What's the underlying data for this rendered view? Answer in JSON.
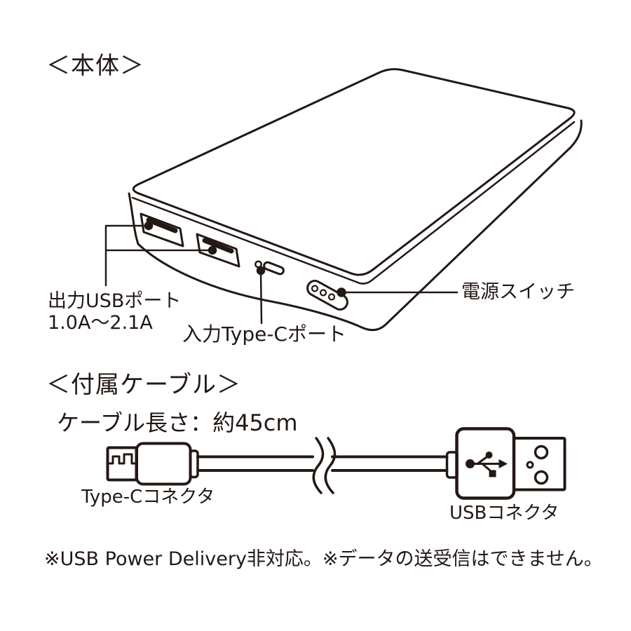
{
  "colors": {
    "ink": "#231815",
    "background": "#ffffff"
  },
  "body_section": {
    "title": "＜本体＞",
    "usb_out_label_line1": "出力USBポート",
    "usb_out_label_line2": "1.0A〜2.1A",
    "type_c_in_label": "入力Type-Cポート",
    "power_switch_label": "電源スイッチ"
  },
  "cable_section": {
    "title": "＜付属ケーブル＞",
    "cable_length": "ケーブル長さ：約45cm",
    "type_c_connector_label": "Type-Cコネクタ",
    "usb_connector_label": "USBコネクタ"
  },
  "footnotes": {
    "text": "※USB Power Delivery非対応。※データの送受信はできません。"
  }
}
